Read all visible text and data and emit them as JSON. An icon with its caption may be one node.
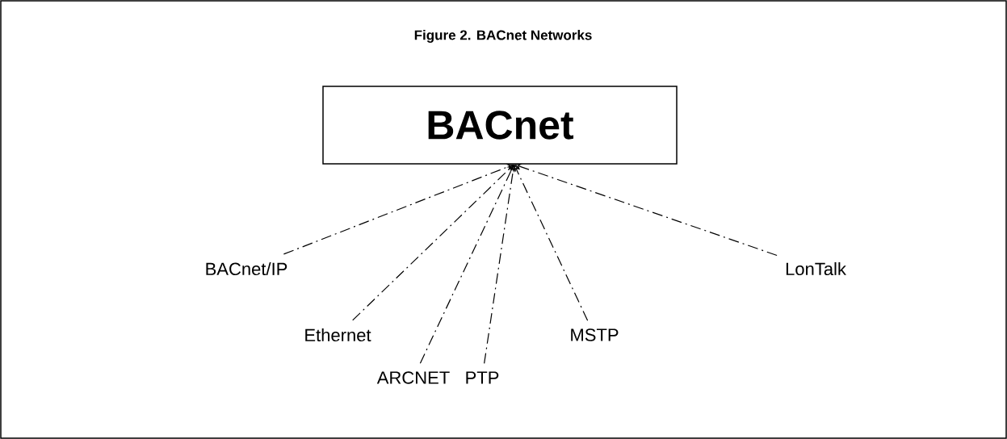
{
  "diagram": {
    "title": "Figure 2. BACnet Networks",
    "nodes": [
      {
        "text": [
          "BACnet"
        ]
      },
      {
        "text": [
          "BACnet/IP"
        ]
      },
      {
        "text": [
          "Ethernet"
        ]
      },
      {
        "text": [
          "ARCNET"
        ]
      },
      {
        "text": [
          "PTP"
        ]
      },
      {
        "text": [
          "MSTP"
        ]
      },
      {
        "text": [
          "LonTalk"
        ]
      }
    ],
    "edges": [
      {
        "from": 1,
        "to": 0,
        "arrow": "to",
        "style": "dashed"
      },
      {
        "from": 2,
        "to": 0,
        "arrow": "to",
        "style": "dashed"
      },
      {
        "from": 3,
        "to": 0,
        "arrow": "to",
        "style": "dashed"
      },
      {
        "from": 4,
        "to": 0,
        "arrow": "to",
        "style": "dashed"
      },
      {
        "from": 5,
        "to": 0,
        "arrow": "to",
        "style": "dashed"
      },
      {
        "from": 6,
        "to": 0,
        "arrow": "to",
        "style": "dashed"
      }
    ]
  }
}
